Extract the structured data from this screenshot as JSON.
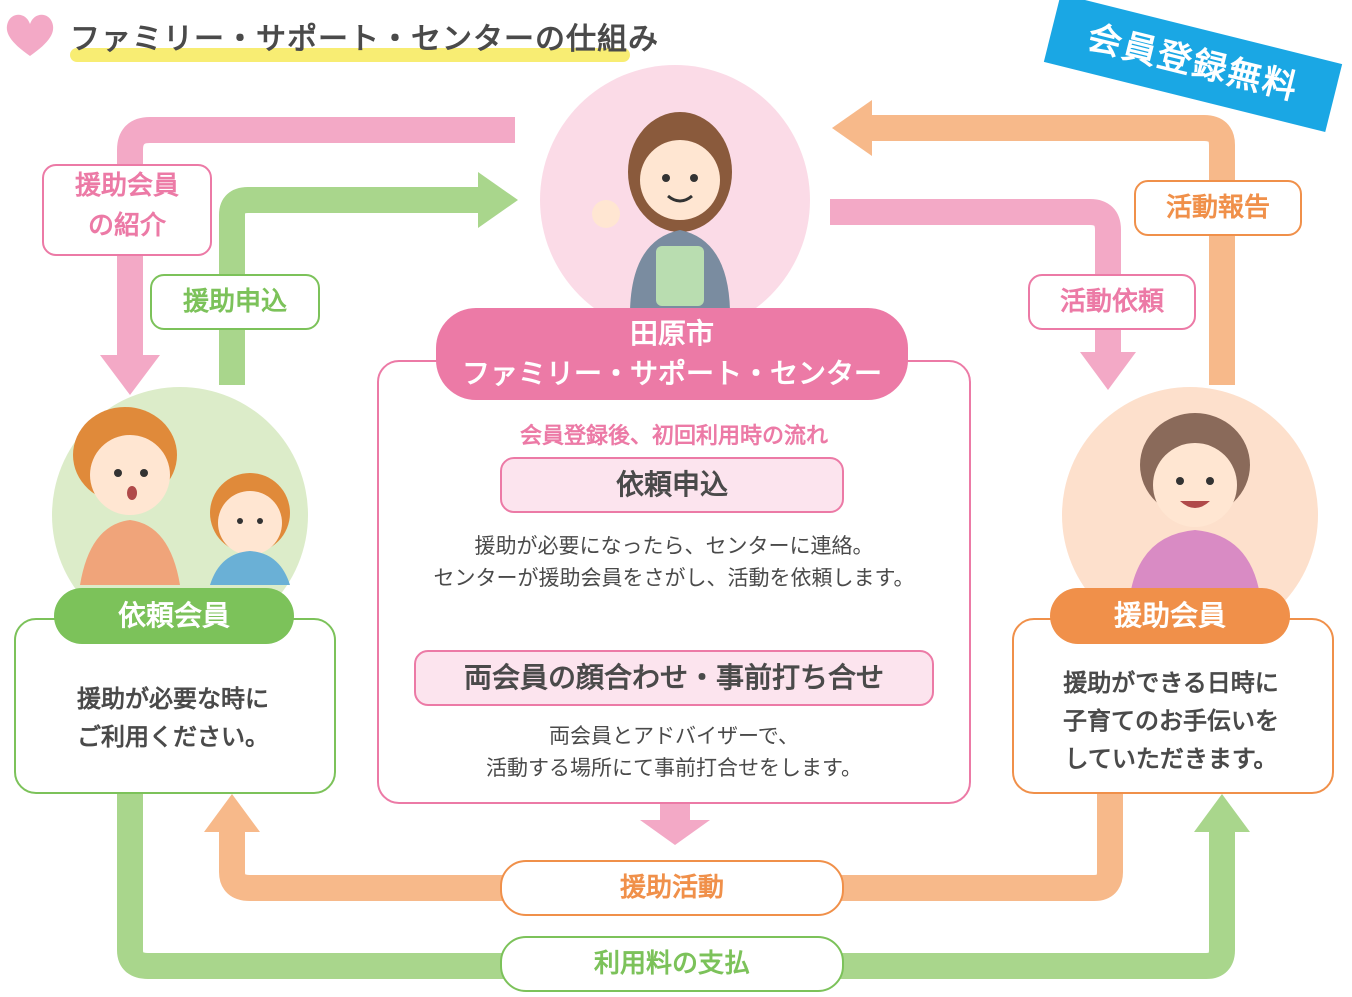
{
  "title": "ファミリー・サポート・センターの仕組み",
  "banner": "会員登録無料",
  "colors": {
    "pink": "#ec7aa6",
    "green": "#7cc25a",
    "orange": "#f0904a",
    "blue": "#1aa7e4",
    "text": "#4a4a4a"
  },
  "center": {
    "name_line1": "田原市",
    "name_line2": "ファミリー・サポート・センター",
    "flow_title": "会員登録後、初回利用時の流れ",
    "step1_label": "依頼申込",
    "step1_desc_line1": "援助が必要になったら、センターに連絡。",
    "step1_desc_line2": "センターが援助会員をさがし、活動を依頼します。",
    "step2_label": "両会員の顔合わせ・事前打ち合せ",
    "step2_desc_line1": "両会員とアドバイザーで、",
    "step2_desc_line2": "活動する場所にて事前打合せをします。"
  },
  "requester": {
    "label": "依頼会員",
    "desc_line1": "援助が必要な時に",
    "desc_line2": "ご利用ください。"
  },
  "helper": {
    "label": "援助会員",
    "desc_line1": "援助ができる日時に",
    "desc_line2": "子育てのお手伝いを",
    "desc_line3": "していただきます。"
  },
  "arrows": {
    "intro_line1": "援助会員",
    "intro_line2": "の紹介",
    "apply": "援助申込",
    "request": "活動依頼",
    "report": "活動報告",
    "activity": "援助活動",
    "payment": "利用料の支払"
  },
  "icons": [
    "heart-icon",
    "staff-illustration",
    "mother-child-illustration",
    "senior-helper-illustration"
  ]
}
